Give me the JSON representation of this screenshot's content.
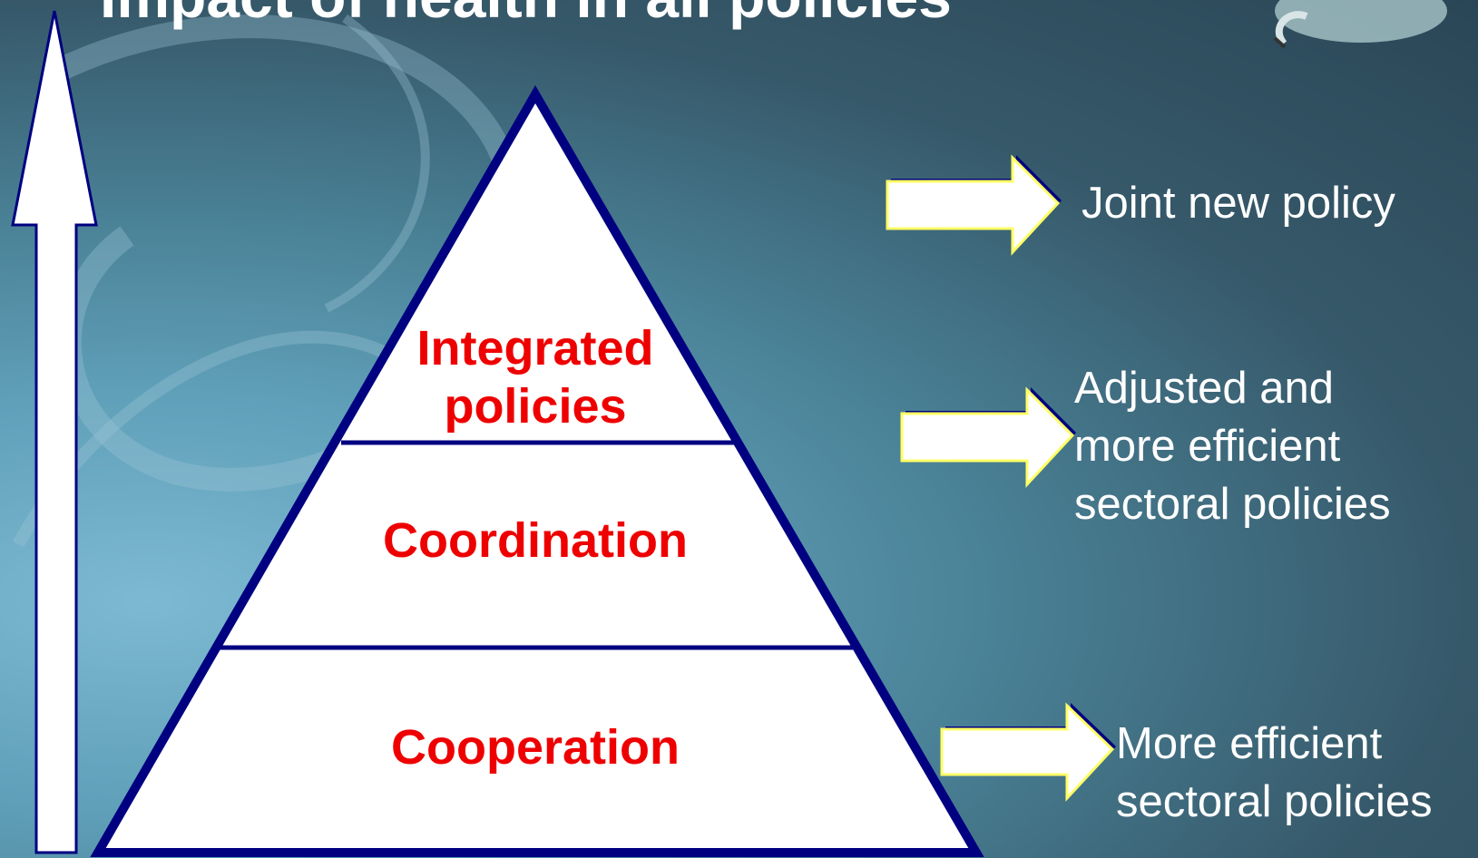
{
  "slide": {
    "title": "Impact of health in all policies",
    "colors": {
      "label_red": "#ee0000",
      "outline_navy": "#000080",
      "arrow_yellow": "#ffff66",
      "fill_white": "#ffffff"
    }
  },
  "pyramid": {
    "tiers": [
      {
        "label": "Integrated\npolicies"
      },
      {
        "label": "Coordination"
      },
      {
        "label": "Cooperation"
      }
    ]
  },
  "outcomes": [
    {
      "text": "Joint new policy"
    },
    {
      "text": "Adjusted and\nmore efficient\nsectoral policies"
    },
    {
      "text": "More efficient\nsectoral policies"
    }
  ],
  "icons": {
    "vertical_arrow": "up-arrow-icon",
    "outcome_arrow": "right-arrow-icon",
    "decoration": "swan-icon"
  }
}
